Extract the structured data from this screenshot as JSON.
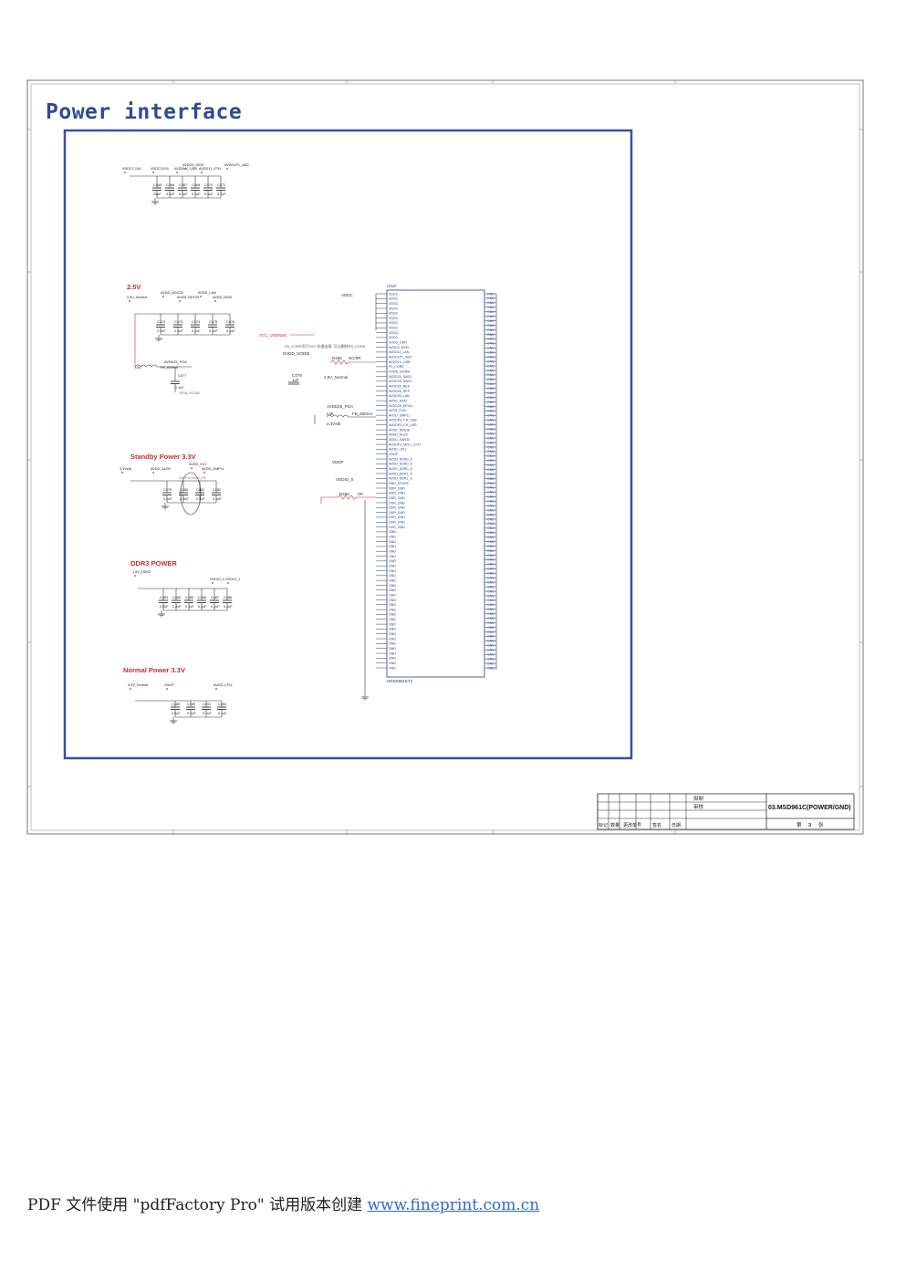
{
  "sheet": {
    "title": "Power interface"
  },
  "sections": {
    "top_group": {
      "nets": [
        "VDDC1.15V",
        "VDDC2V09",
        "AVDD3_MOD",
        "AVDDLX_USB",
        "AVDD11_ETH",
        "AVDD1P1_ADC"
      ],
      "caps": [
        {
          "ref": "C465",
          "val": "10uF"
        },
        {
          "ref": "C466",
          "val": "0.1uF"
        },
        {
          "ref": "C467",
          "val": "0.1uF"
        },
        {
          "ref": "C468",
          "val": "0.1uF"
        },
        {
          "ref": "C470",
          "val": "0.1uF"
        },
        {
          "ref": "C471",
          "val": "0.1uF"
        }
      ]
    },
    "v25": {
      "title": "2.5V",
      "nets": [
        "2.5V_Normal",
        "AVDD_ADC25",
        "AVDD_REF25",
        "AVDD_LAN",
        "AVDD_MOD"
      ],
      "caps": [
        {
          "ref": "C472",
          "val": "2.2uF"
        },
        {
          "ref": "C473",
          "val": "0.1uF"
        },
        {
          "ref": "C474",
          "val": "0.1uF"
        },
        {
          "ref": "C475",
          "val": "0.1uF"
        },
        {
          "ref": "C476",
          "val": "0.1uF"
        }
      ],
      "bead": {
        "ref": "L63",
        "val": "FB_600mA",
        "net": "AVDD25_PGA"
      },
      "cap2": {
        "ref": "C477",
        "val": "0.1uF"
      },
      "pga_net": "PGA_VCOM"
    },
    "standby": {
      "title": "Standby Power 3.3V",
      "nets": [
        "3.3Vstb",
        "AVDD_AU33",
        "AVDD_DVI",
        "AVDD_DMPLL"
      ],
      "caps": [
        {
          "ref": "C479",
          "val": "0.1uF"
        },
        {
          "ref": "C480",
          "val": "2.2uF"
        },
        {
          "ref": "C481",
          "val": "0.1uF"
        },
        {
          "ref": "C482",
          "val": "0.1uF"
        }
      ]
    },
    "ddr3": {
      "title": "DDR3 POWER",
      "nets": [
        "1.5V_DDR3",
        "VDDIO_0",
        "VDDIO_1"
      ],
      "caps": [
        {
          "ref": "C483",
          "val": "2.2uF"
        },
        {
          "ref": "C484",
          "val": "2.2uF"
        },
        {
          "ref": "C485",
          "val": "0.1uF"
        },
        {
          "ref": "C486",
          "val": "0.1uF"
        },
        {
          "ref": "C487",
          "val": "0.1uF"
        },
        {
          "ref": "C488",
          "val": "0.1uF"
        }
      ]
    },
    "normal": {
      "title": "Normal Power 3.3V",
      "nets": [
        "3.3V_Normal",
        "VDDP",
        "AVDD_LPLL"
      ],
      "caps": [
        {
          "ref": "C489",
          "val": "2.2uF"
        },
        {
          "ref": "C490",
          "val": "0.1uF"
        },
        {
          "ref": "C491",
          "val": "0.1uF"
        },
        {
          "ref": "C492",
          "val": "0.1uF"
        }
      ]
    }
  },
  "chip": {
    "ref": "U31F",
    "part": "MSD6981ET2",
    "left_pins": [
      "VDDC",
      "VDDC",
      "VDDC",
      "VDDC",
      "VDDC",
      "VDDC",
      "VDDC",
      "VDDC",
      "VDDC",
      "VDDC",
      "DVDD_DDR",
      "AVDD3_MOD",
      "AVDD11_LAN",
      "AVDD1P1_ADC",
      "AVDDLX_USB",
      "P2_CORE",
      "DVDD_NODIE",
      "AVDD25_SADC",
      "AVDD25_SADC",
      "AVDD25_REF",
      "AVDD25_REF",
      "AVDD25_LAN",
      "AVDD_MOD",
      "AVDD25_DPGA",
      "AVSS_PGA",
      "AVDD_DMPLL",
      "AVDDP3_CH_USB",
      "AVDDP3_CH_USB",
      "AVDD_NODIE",
      "AVDD_AU33",
      "AVDD_EAR33",
      "AVDDP3_MPLL_ETH",
      "AVDD_LPLL",
      "VDDP",
      "AVDD_DDR0_D",
      "AVDD_DDR0_D",
      "AVDD_DDR0_D",
      "AVDD_DDR1_D",
      "AVDD_DDR1_D",
      "GND_EFUSE",
      "DDR_GND",
      "DDR_GND",
      "DDR_GND",
      "DDR_GND",
      "DDR_GND",
      "DDR_GND",
      "DDR_GND",
      "DDR_GND",
      "DDR_GND",
      "GND",
      "GND",
      "GND",
      "GND",
      "GND",
      "GND",
      "GND",
      "GND",
      "GND",
      "GND",
      "GND",
      "GND",
      "GND",
      "GND",
      "GND",
      "GND",
      "GND",
      "GND",
      "GND",
      "GND",
      "GND",
      "GND",
      "GND",
      "GND",
      "GND",
      "GND",
      "GND",
      "GND",
      "GND"
    ],
    "right_pins_count": 84,
    "right_pin_name": "GND"
  },
  "annotations": {
    "vcc_vsense": "VCC_VSENSE",
    "dvdd_nodie": "DVDD_NODIE",
    "note_cn": "R5_CORE用于R21 处理连接, 可以删除R5_CORE",
    "r466": "R466",
    "r466_val": "NC/0R",
    "c478": "C478",
    "c478_val": "1uF",
    "r465": "R465",
    "r465_val": "0R",
    "vddc": "VDDC",
    "v25n": "2.5V_Normal",
    "avdd25pga": "AVDD25_PGA",
    "l36": "L36",
    "l36_val": "FB_600mA",
    "v33stb": "3.3Vstb",
    "vddp": "VDDP",
    "vddio0": "VDDIO_0",
    "dvi_note": "VDDP for AVDD_DVI",
    "ac_vcom": "AVSS_PGA"
  },
  "title_block": {
    "drawn": "拟制",
    "checked": "审核",
    "drawing_title": "03.MSD961C(POWER/GND)",
    "col_labels": [
      "标记",
      "数量",
      "更改单号",
      "签名",
      "日期"
    ],
    "sheet_label": "第",
    "sheet_no": "3",
    "sheet_unit": "张"
  },
  "footer": {
    "text": "PDF 文件使用 \"pdfFactory Pro\" 试用版本创建 ",
    "link": "www.fineprint.com.cn"
  }
}
